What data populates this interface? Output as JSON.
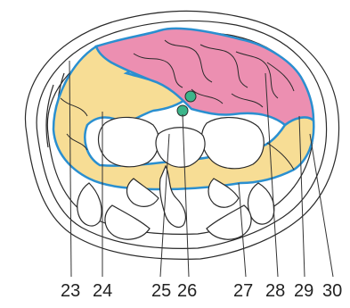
{
  "colors": {
    "outline": "#2a2a2a",
    "boundary": "#2a8fd0",
    "liver_or_fat": "#f7dd95",
    "intestine": "#ec8fb1",
    "vessel": "#3bb58a",
    "leader": "#333333"
  },
  "labels": [
    {
      "id": "label-23",
      "text": "23"
    },
    {
      "id": "label-24",
      "text": "24"
    },
    {
      "id": "label-25",
      "text": "25"
    },
    {
      "id": "label-26",
      "text": "26"
    },
    {
      "id": "label-27",
      "text": "27"
    },
    {
      "id": "label-28",
      "text": "28"
    },
    {
      "id": "label-29",
      "text": "29"
    },
    {
      "id": "label-30",
      "text": "30"
    }
  ]
}
